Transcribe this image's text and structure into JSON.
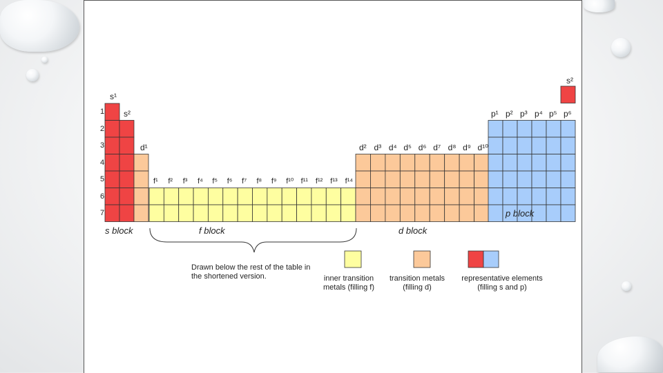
{
  "colors": {
    "s_block": "#ef4444",
    "p_block": "#a8cdfb",
    "d_block": "#fcc99a",
    "f_block": "#fefea0",
    "grid_line": "#333333"
  },
  "rows": [
    "1",
    "2",
    "3",
    "4",
    "5",
    "6",
    "7"
  ],
  "s_labels": {
    "s1": "s¹",
    "s2_left": "s²",
    "s2_right": "s²"
  },
  "p_labels": [
    "p¹",
    "p²",
    "p³",
    "p⁴",
    "p⁵",
    "p⁶"
  ],
  "d_labels": [
    "d¹",
    "d²",
    "d³",
    "d⁴",
    "d⁵",
    "d⁶",
    "d⁷",
    "d⁸",
    "d⁹",
    "d¹⁰"
  ],
  "f_labels": [
    "f¹",
    "f²",
    "f³",
    "f⁴",
    "f⁵",
    "f⁶",
    "f⁷",
    "f⁸",
    "f⁹",
    "f¹⁰",
    "f¹¹",
    "f¹²",
    "f¹³",
    "f¹⁴"
  ],
  "blocks": {
    "s": "s block",
    "f": "f block",
    "d": "d block",
    "p": "p block"
  },
  "f_note": "Drawn below the rest of the table in the shortened version.",
  "legend": [
    {
      "text": "inner transition metals (filling f)",
      "colors": [
        "#fefea0"
      ]
    },
    {
      "text": "transition metals (filling d)",
      "colors": [
        "#fcc99a"
      ]
    },
    {
      "text": "representative elements (filling s and p)",
      "colors": [
        "#ef4444",
        "#a8cdfb"
      ]
    }
  ]
}
